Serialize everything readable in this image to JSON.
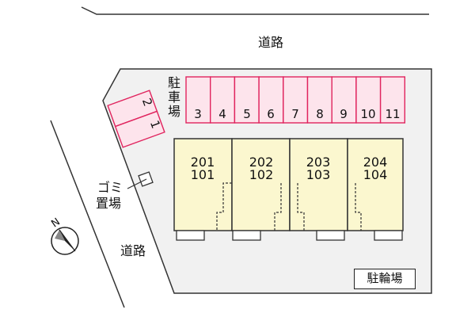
{
  "roads": {
    "top": "道路",
    "left": "道路"
  },
  "parking": {
    "label_chars": [
      "駐",
      "車",
      "場"
    ],
    "stalls": [
      "3",
      "4",
      "5",
      "6",
      "7",
      "8",
      "9",
      "10",
      "11"
    ],
    "side_stalls": [
      "2",
      "1"
    ]
  },
  "garbage": {
    "line1": "ゴミ",
    "line2": "置場"
  },
  "units": [
    {
      "upper": "201",
      "lower": "101"
    },
    {
      "upper": "202",
      "lower": "102"
    },
    {
      "upper": "203",
      "lower": "103"
    },
    {
      "upper": "204",
      "lower": "104"
    }
  ],
  "bicycle_parking": "駐輪場",
  "compass": {
    "north": "N"
  },
  "colors": {
    "parking_fill": "#fde4ec",
    "parking_stroke": "#e0245e",
    "building_fill": "#fbf7cf",
    "lot_fill": "#f1f1f1"
  }
}
